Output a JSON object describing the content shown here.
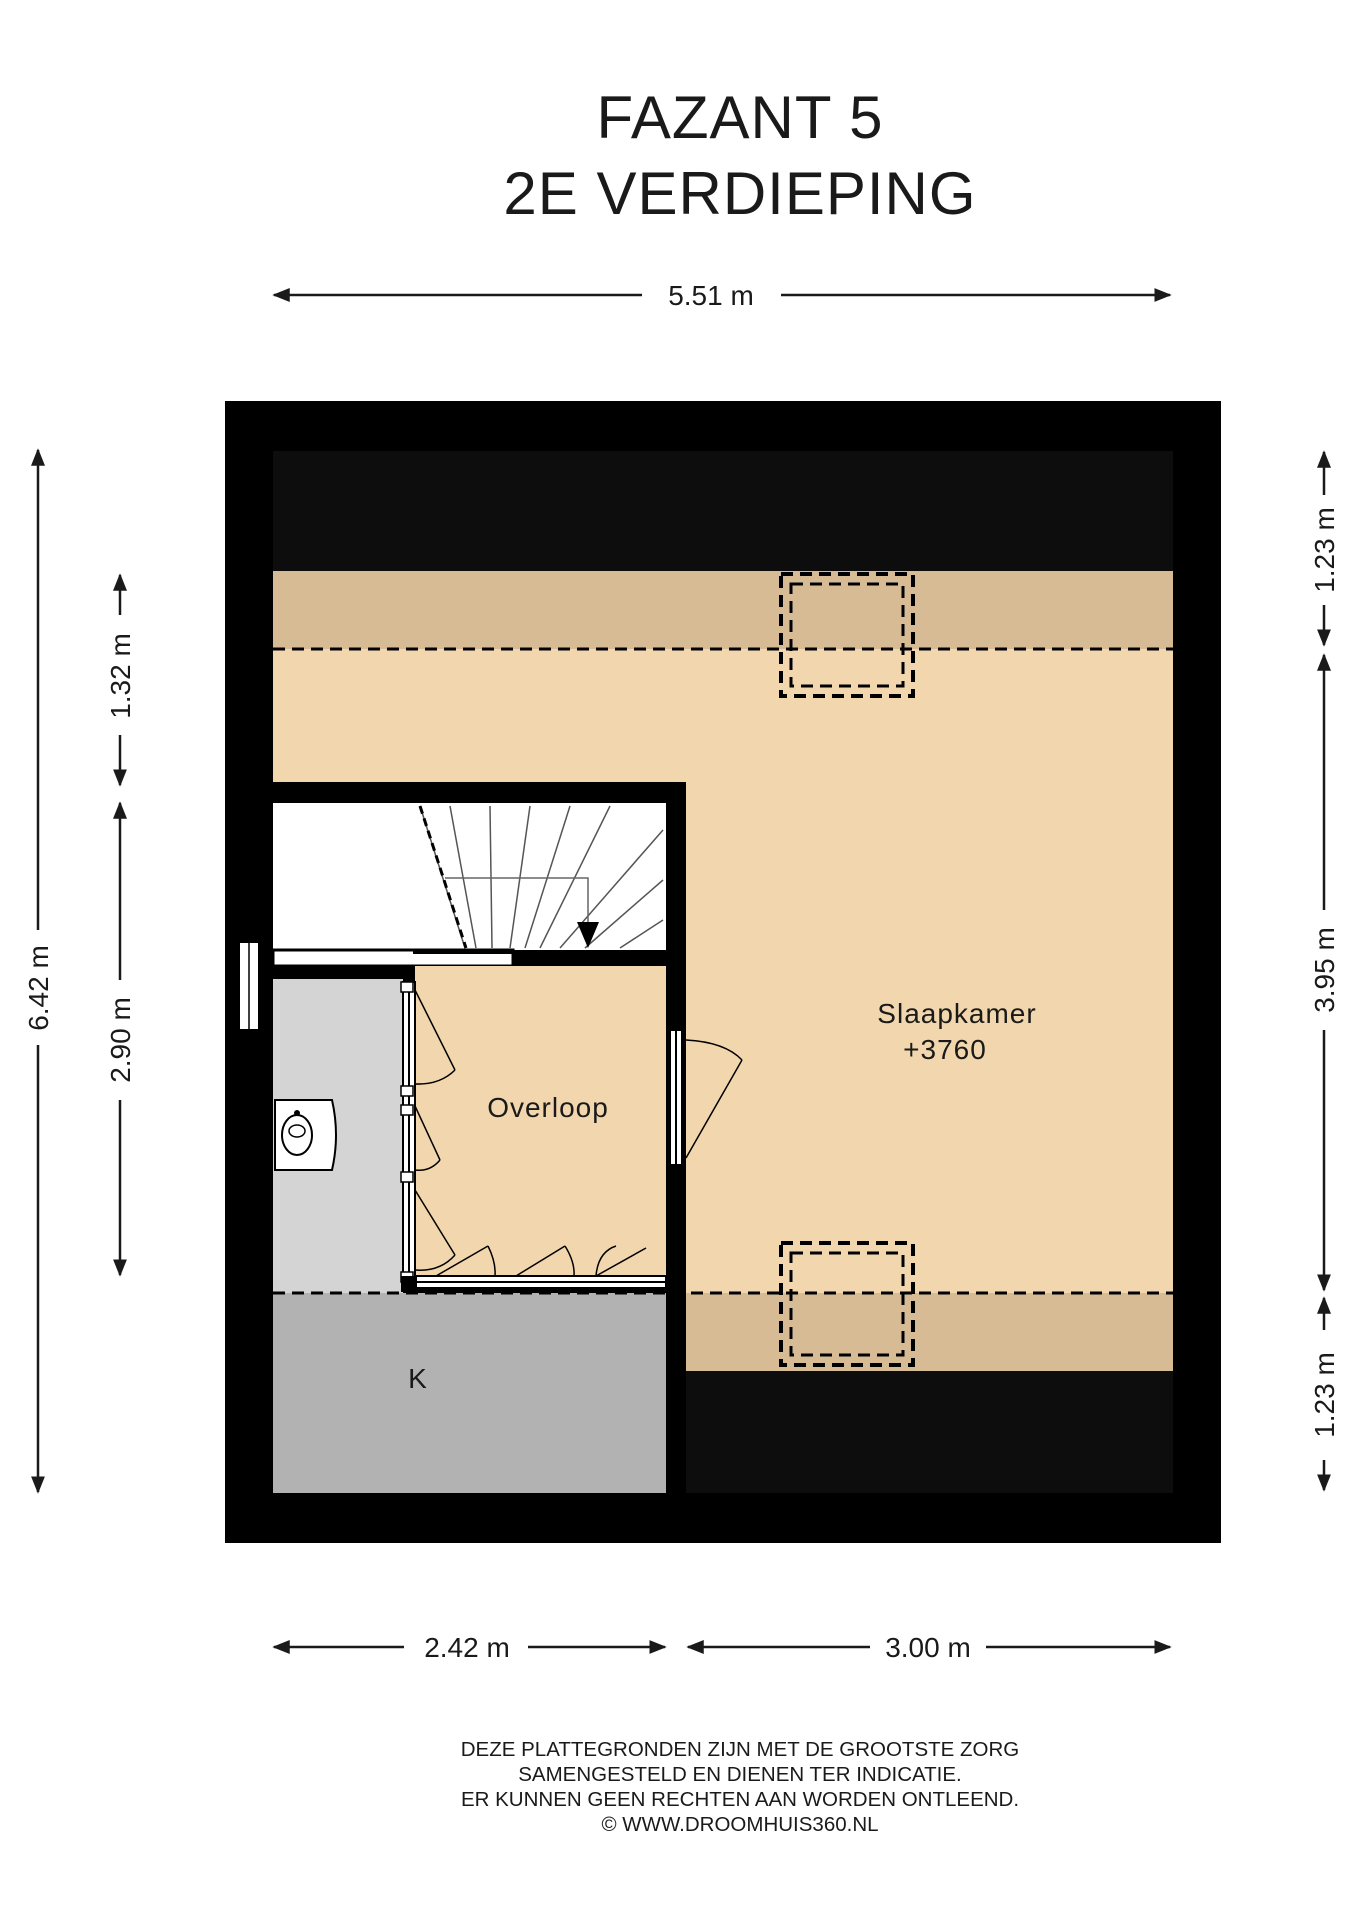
{
  "title": {
    "line1": "FAZANT 5",
    "line2": "2E VERDIEPING"
  },
  "dimensions": {
    "top_width": "5.51 m",
    "left_total": "6.42 m",
    "left_upper": "1.32 m",
    "left_middle": "2.90 m",
    "right_top": "1.23 m",
    "right_middle": "3.95 m",
    "right_bottom": "1.23 m",
    "bottom_left": "2.42 m",
    "bottom_right": "3.00 m"
  },
  "rooms": {
    "bedroom_name": "Slaapkamer",
    "bedroom_level": "+3760",
    "landing": "Overloop",
    "storage": "K"
  },
  "disclaimer": {
    "line1": "DEZE PLATTEGRONDEN ZIJN MET DE GROOTSTE ZORG",
    "line2": "SAMENGESTELD EN DIENEN TER INDICATIE.",
    "line3": "ER KUNNEN GEEN RECHTEN AAN WORDEN ONTLEEND.",
    "line4": "© WWW.DROOMHUIS360.NL"
  },
  "colors": {
    "wall": "#000000",
    "floor_beige": "#f2d6ae",
    "floor_low_ceiling": "#d6bb94",
    "landing_floor": "#f2d6ae",
    "bathroom_grey": "#d4d4d4",
    "storage_grey": "#b2b2b2"
  }
}
